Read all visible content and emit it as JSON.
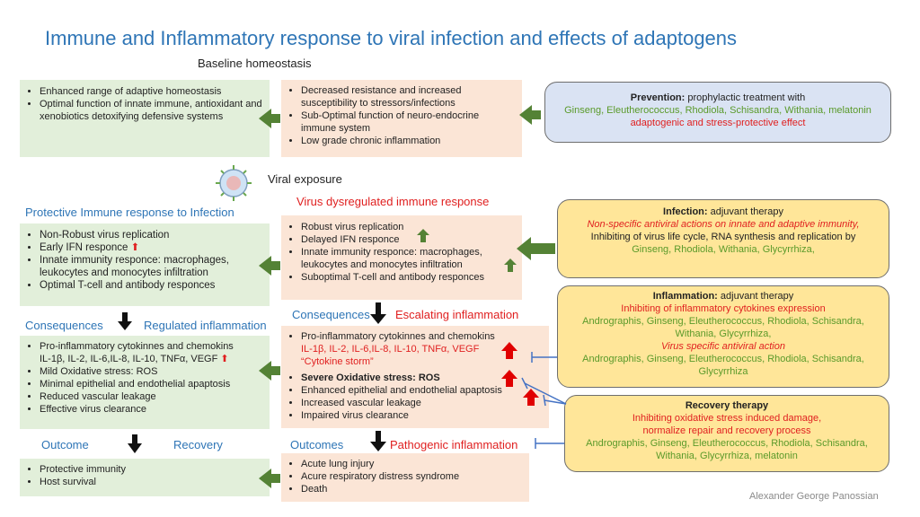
{
  "title": "Immune and Inflammatory response to viral infection and effects of adaptogens",
  "baseline_label": "Baseline homeostasis",
  "viral_exposure_label": "Viral exposure",
  "box_homeostasis_green": [
    "Enhanced range of adaptive homeostasis",
    "Optimal function of innate immune, antioxidant and xenobiotics detoxifying defensive systems"
  ],
  "box_homeostasis_orange": [
    "Decreased resistance and increased susceptibility to stressors/infections",
    "Sub-Optimal function of neuro-endocrine immune system",
    "Low grade chronic inflammation"
  ],
  "prevention": {
    "heading": "Prevention:",
    "heading_rest": " prophylactic treatment with",
    "herbs": "Ginseng, Eleutherococcus, Rhodiola, Schisandra, Withania, melatonin",
    "effect": "adaptogenic and stress-protective effect"
  },
  "protective": {
    "heading": "Protective Immune response to Infection",
    "items": [
      "Non-Robust virus replication",
      "Early IFN responce",
      "Innate immunity responce: macrophages, leukocytes and monocytes infiltration",
      "Optimal T-cell and antibody responces"
    ]
  },
  "dysregulated": {
    "heading": "Virus dysregulated immune response",
    "items": [
      "Robust virus replication",
      "Delayed IFN responce",
      "Innate immunity responce: macrophages, leukocytes and monocytes infiltration",
      "Suboptimal  T-cell and antibody responces"
    ]
  },
  "infection_box": {
    "heading": "Infection:",
    "heading_rest": " adjuvant therapy",
    "line1": "Non-specific antiviral actions on innate and adaptive immunity,",
    "line2": "Inhibiting of virus life cycle, RNA synthesis and replication by",
    "herbs": "Ginseng, Rhodiola, Withania, Glycyrrhiza,"
  },
  "inflammation_box": {
    "heading": "Inflammation:",
    "heading_rest": " adjuvant therapy",
    "line1": "Inhibiting of inflammatory cytokines expression",
    "herbs1": "Andrographis, Ginseng, Eleutherococcus, Rhodiola, Schisandra, Withania, Glycyrrhiza,",
    "line2": "Virus specific antiviral action",
    "herbs2": "Andrographis, Ginseng, Eleutherococcus, Rhodiola, Schisandra, Glycyrrhiza"
  },
  "recovery_box": {
    "heading": "Recovery therapy",
    "line1": "Inhibiting oxidative stress induced damage,",
    "line2": "normalize  repair and recovery process",
    "herbs": "Andrographis, Ginseng, Eleutherococcus, Rhodiola, Schisandra, Withania, Glycyrrhiza,  melatonin"
  },
  "consequences_left": "Consequences",
  "regulated_label": "Regulated inflammation",
  "consequences_right": "Consequences",
  "escalating_label": "Escalating inflammation",
  "regulated_box": {
    "item1": "Pro-inflammatory cytokinnes and chemokins",
    "item1b": "IL-1β, IL-2, IL-6,IL-8, IL-10, TNFα, VEGF",
    "items": [
      "Mild Oxidative stress: ROS",
      "Minimal epithelial and endothelial apaptosis",
      "Reduced vascular leakage",
      "Effective virus clearance"
    ]
  },
  "escalating_box": {
    "item1": "Pro-inflammatory  cytokinnes and chemokins",
    "item1b": "IL-1β, IL-2, IL-6,IL-8, IL-10, TNFα, VEGF",
    "item1c": "“Cytokine storm”",
    "item2": "Severe Oxidative stress: ROS",
    "items": [
      "Enhanced epithelial and endothelial apaptosis",
      "Increased vascular leakage",
      "Impaired virus clearance"
    ]
  },
  "outcome_left": "Outcome",
  "recovery_label": "Recovery",
  "outcomes_right": "Outcomes",
  "pathogenic_label": "Pathogenic inflammation",
  "outcome_box_left": [
    "Protective immunity",
    "Host survival"
  ],
  "outcome_box_right": [
    "Acute lung injury",
    "Acure respiratory distress syndrome",
    "Death"
  ],
  "signature": "Alexander George Panossian",
  "colors": {
    "title_blue": "#2e75b6",
    "red": "#e02020",
    "green_text": "#5a9a2a",
    "green_arrow": "#548235"
  }
}
